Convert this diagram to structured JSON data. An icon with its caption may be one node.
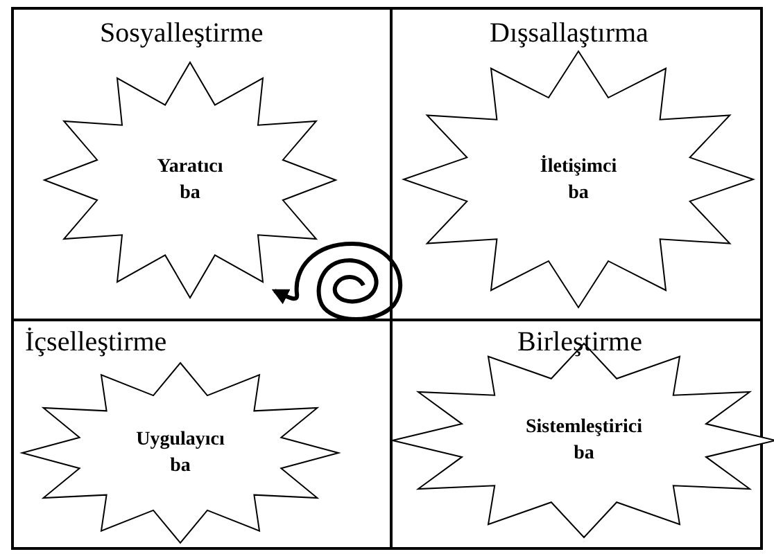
{
  "diagram": {
    "nodes": [
      {
        "text": [
          "Sosyalleştirme"
        ]
      },
      {
        "text": [
          "Yaratıcı ba"
        ],
        "in": 0
      },
      {
        "text": [
          "Dışsallaştırma"
        ]
      },
      {
        "text": [
          "İletişimci ba"
        ],
        "in": 2
      },
      {
        "text": [
          "İçselleştirme"
        ]
      },
      {
        "text": [
          "Uygulayıcı ba"
        ],
        "in": 4
      },
      {
        "text": [
          "Birleştirme"
        ]
      },
      {
        "text": [
          "Sistemleştirici ba"
        ],
        "in": 6
      }
    ]
  }
}
